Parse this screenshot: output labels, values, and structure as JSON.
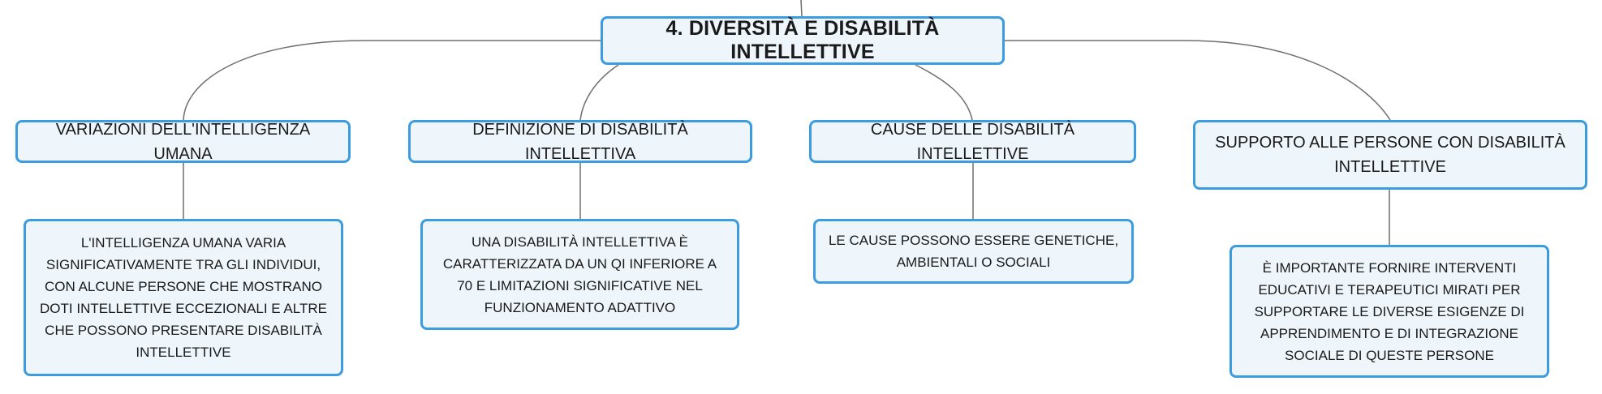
{
  "root": {
    "label": "4. DIVERSITÀ E DISABILITÀ INTELLETTIVE"
  },
  "branches": [
    {
      "label": "VARIAZIONI DELL'INTELLIGENZA UMANA",
      "detail": "L'INTELLIGENZA UMANA VARIA SIGNIFICATIVAMENTE TRA GLI INDIVIDUI, CON ALCUNE PERSONE CHE MOSTRANO DOTI INTELLETTIVE ECCEZIONALI E ALTRE CHE POSSONO PRESENTARE DISABILITÀ INTELLETTIVE"
    },
    {
      "label": "DEFINIZIONE DI DISABILITÀ INTELLETTIVA",
      "detail": "UNA DISABILITÀ INTELLETTIVA È CARATTERIZZATA DA UN QI INFERIORE A 70 E LIMITAZIONI SIGNIFICATIVE NEL FUNZIONAMENTO ADATTIVO"
    },
    {
      "label": "CAUSE DELLE DISABILITÀ INTELLETTIVE",
      "detail": "LE CAUSE POSSONO ESSERE GENETICHE, AMBIENTALI O SOCIALI"
    },
    {
      "label": "SUPPORTO ALLE PERSONE CON DISABILITÀ INTELLETTIVE",
      "detail": "È IMPORTANTE FORNIRE INTERVENTI EDUCATIVI E TERAPEUTICI MIRATI PER SUPPORTARE LE DIVERSE ESIGENZE DI APPRENDIMENTO E DI INTEGRAZIONE SOCIALE DI QUESTE PERSONE"
    }
  ],
  "colors": {
    "node_border": "#3d9be0",
    "node_fill": "#eef6fc",
    "connector": "#6e6e6e",
    "text": "#1a1a1a"
  }
}
